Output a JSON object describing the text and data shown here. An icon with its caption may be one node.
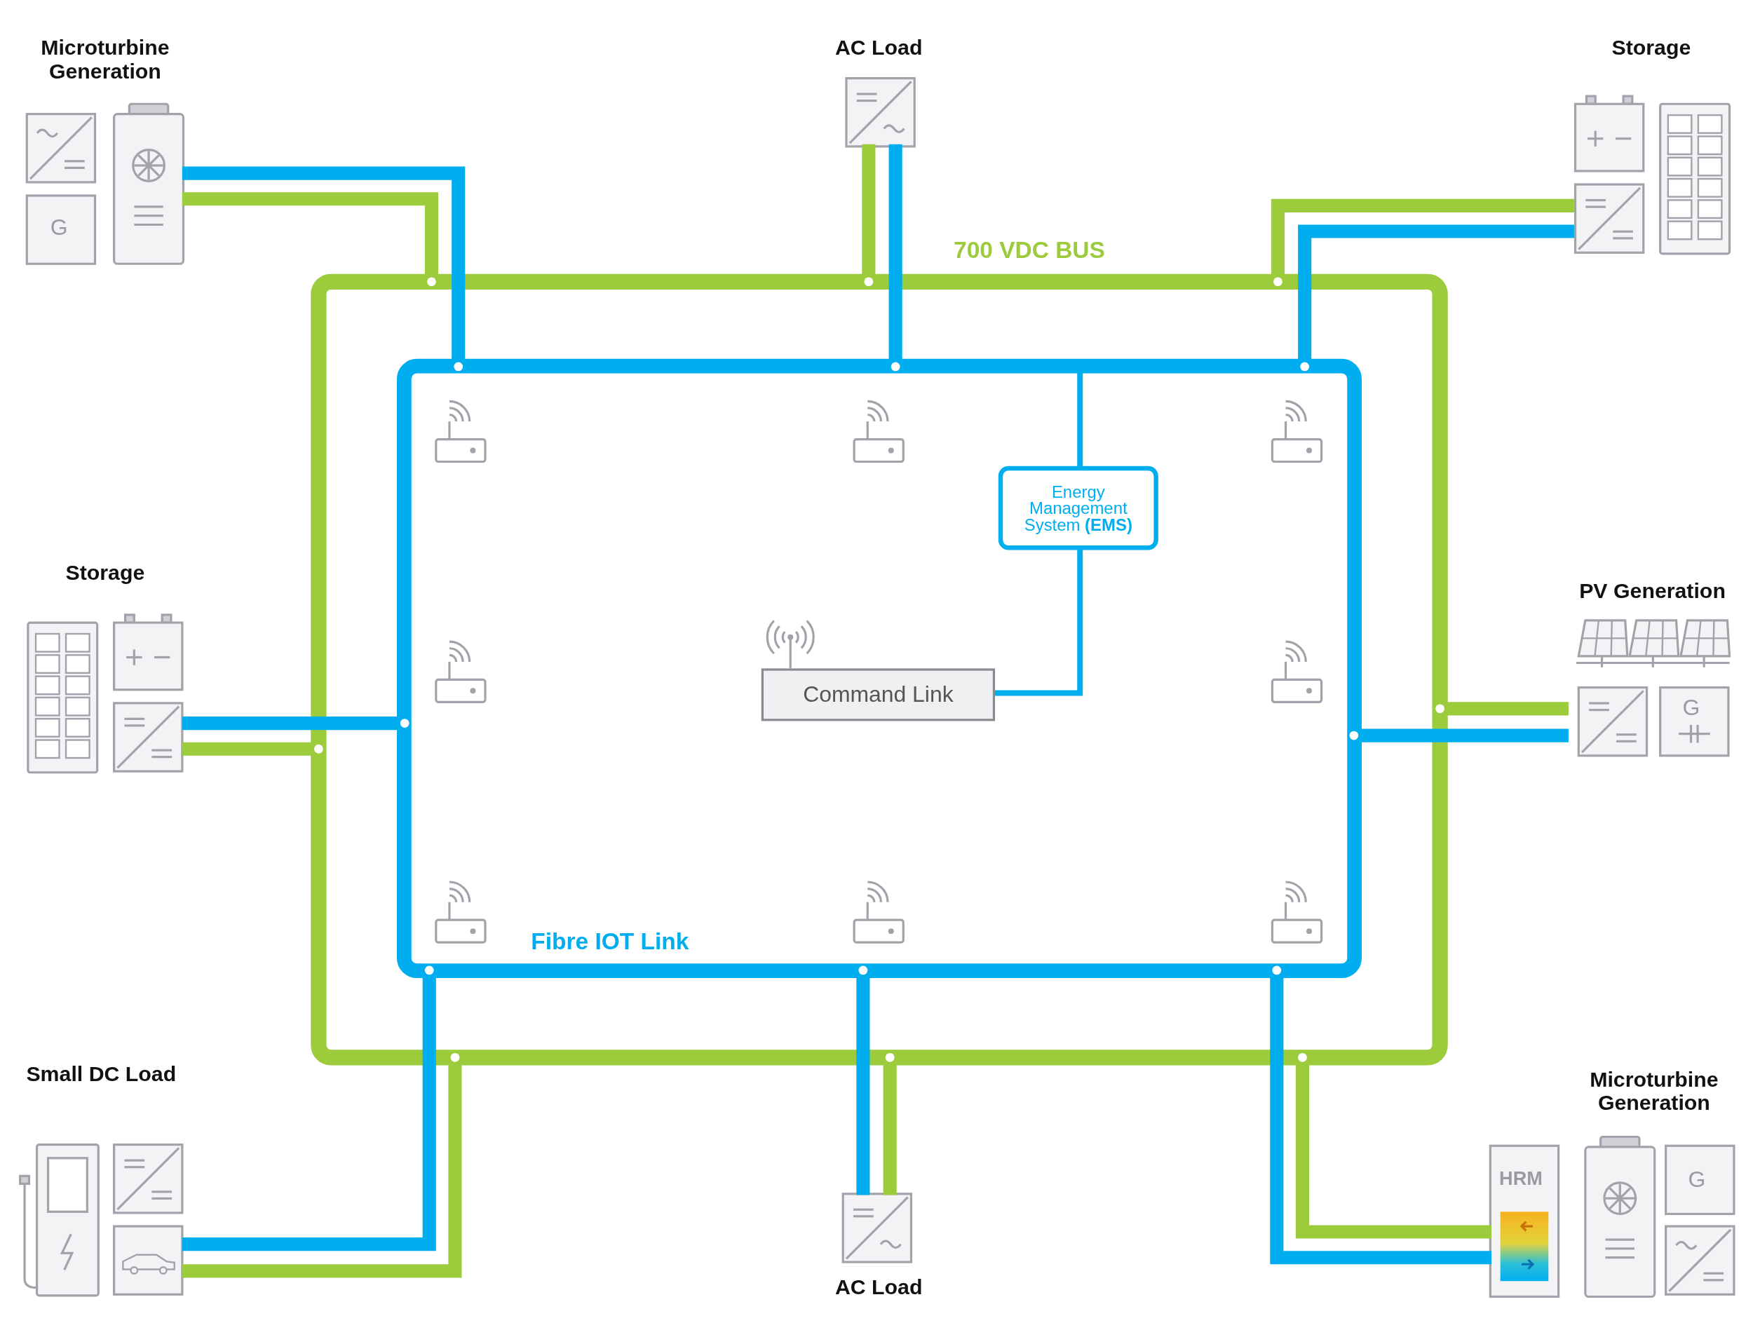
{
  "diagram": {
    "nodes": [
      {
        "text": [
          "Microturbine Generation"
        ]
      },
      {
        "text": [
          "AC Load"
        ]
      },
      {
        "text": [
          "Storage"
        ]
      },
      {
        "text": [
          "Storage"
        ]
      },
      {
        "text": [
          "PV Generation"
        ]
      },
      {
        "text": [
          "Small DC Load"
        ]
      },
      {
        "text": [
          "AC Load"
        ]
      },
      {
        "text": [
          "Microturbine Generation"
        ]
      },
      {
        "text": [
          "700 VDC BUS"
        ]
      },
      {
        "text": [
          "Fibre IOT Link"
        ],
        "in": 8
      },
      {
        "text": [
          "Energy Management System **(EMS)**"
        ],
        "in": 9
      },
      {
        "text": [
          "Command Link"
        ],
        "in": 9
      }
    ],
    "edges": [
      {
        "from": 0,
        "to": 9,
        "arrow": "other"
      },
      {
        "from": 0,
        "to": 8,
        "arrow": "other",
        "color": "#9ccb3b"
      },
      {
        "from": 1,
        "to": 8,
        "arrow": "other",
        "color": "#9ccb3b"
      },
      {
        "from": 1,
        "to": 9,
        "arrow": "other"
      },
      {
        "from": 2,
        "to": 8,
        "arrow": "other",
        "color": "#9ccb3b"
      },
      {
        "from": 2,
        "to": 9,
        "arrow": "other"
      },
      {
        "from": 3,
        "to": 9,
        "arrow": "other"
      },
      {
        "from": 3,
        "to": 8,
        "arrow": "other",
        "color": "#9ccb3b"
      },
      {
        "from": 4,
        "to": 8,
        "arrow": "other",
        "color": "#9ccb3b"
      },
      {
        "from": 4,
        "to": 9,
        "arrow": "other"
      },
      {
        "from": 5,
        "to": 9,
        "arrow": "other"
      },
      {
        "from": 5,
        "to": 8,
        "arrow": "other",
        "color": "#9ccb3b"
      },
      {
        "from": 6,
        "to": 9,
        "arrow": "other"
      },
      {
        "from": 6,
        "to": 8,
        "arrow": "other",
        "color": "#9ccb3b"
      },
      {
        "from": 7,
        "to": 8,
        "arrow": "other",
        "color": "#9ccb3b"
      },
      {
        "from": 7,
        "to": 9,
        "arrow": "other"
      },
      {
        "from": 9,
        "to": 10,
        "arrow": "none"
      },
      {
        "from": 10,
        "to": 11,
        "arrow": "none"
      }
    ],
    "labels": [
      "G",
      "G",
      "HRM",
      "G"
    ]
  }
}
